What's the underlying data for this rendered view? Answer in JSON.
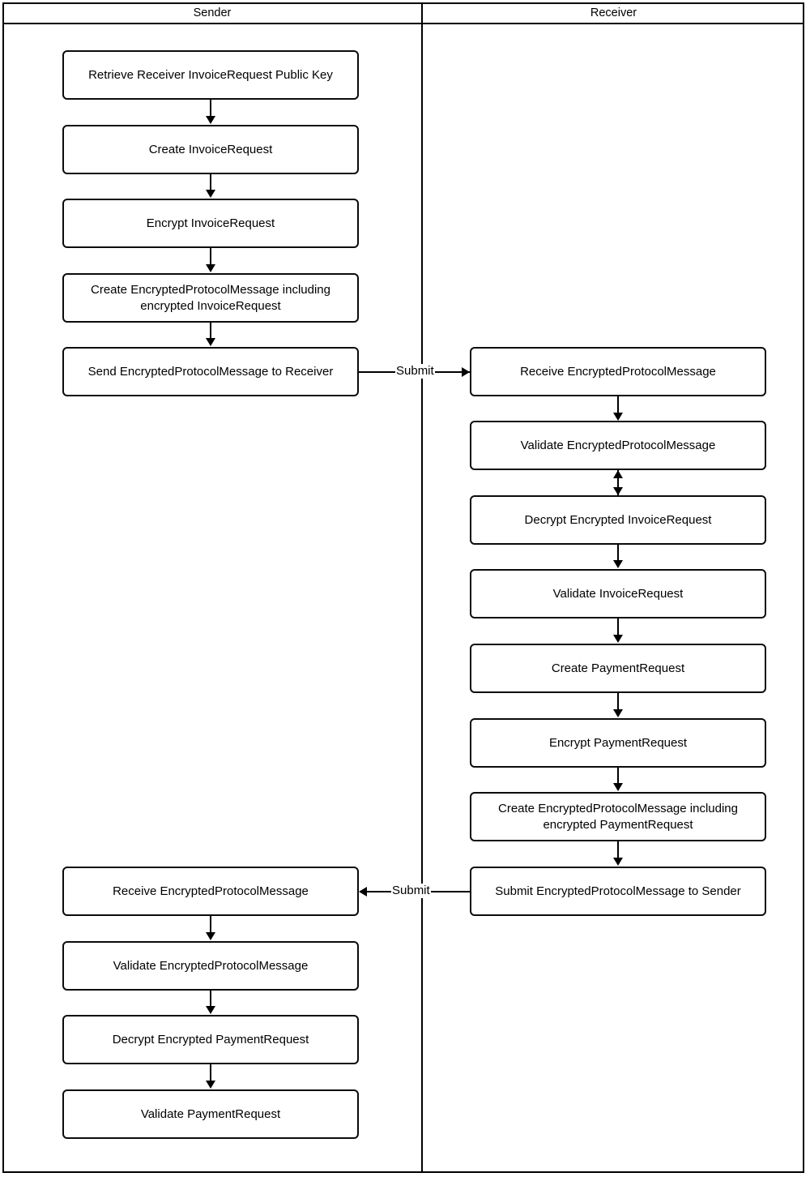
{
  "diagram": {
    "type": "swimlane-flowchart",
    "lanes": [
      {
        "id": "sender",
        "title": "Sender"
      },
      {
        "id": "receiver",
        "title": "Receiver"
      }
    ],
    "nodes": {
      "s1": "Retrieve Receiver InvoiceRequest Public Key",
      "s2": "Create InvoiceRequest",
      "s3": "Encrypt InvoiceRequest",
      "s4_line1": "Create EncryptedProtocolMessage including",
      "s4_line2": "encrypted InvoiceRequest",
      "s5": "Send EncryptedProtocolMessage to Receiver",
      "r1": "Receive EncryptedProtocolMessage",
      "r2": "Validate EncryptedProtocolMessage",
      "r3": "Decrypt Encrypted InvoiceRequest",
      "r4": "Validate InvoiceRequest",
      "r5": "Create PaymentRequest",
      "r6": "Encrypt PaymentRequest",
      "r7_line1": "Create EncryptedProtocolMessage including",
      "r7_line2": "encrypted PaymentRequest",
      "r8": "Submit EncryptedProtocolMessage to Sender",
      "s6": "Receive EncryptedProtocolMessage",
      "s7": "Validate EncryptedProtocolMessage",
      "s8": "Decrypt Encrypted PaymentRequest",
      "s9": "Validate PaymentRequest"
    },
    "edge_labels": {
      "submit_to_receiver": "Submit",
      "submit_to_sender": "Submit"
    },
    "colors": {
      "stroke": "#000000",
      "fill": "#ffffff",
      "text": "#000000"
    }
  }
}
